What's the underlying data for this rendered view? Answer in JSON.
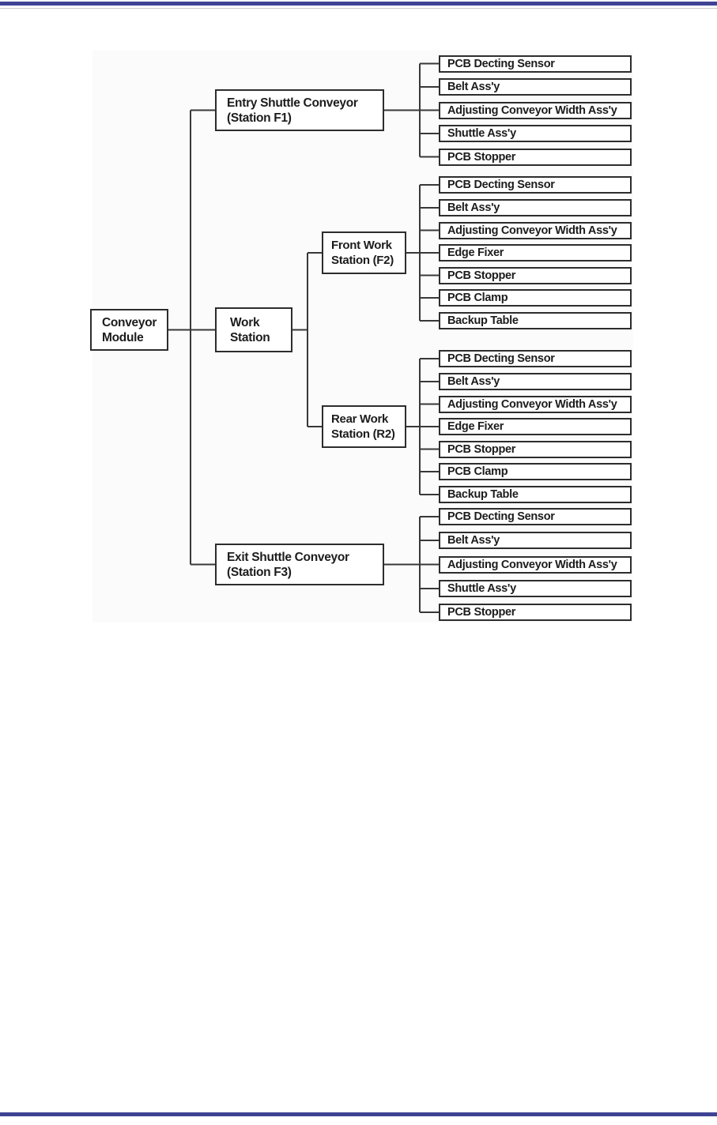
{
  "page": {
    "type": "manual-page-parts-breakdown",
    "colors": {
      "rule_blue": "#3e4394",
      "box_border": "#2d2d2d",
      "text": "#1c1c1c"
    }
  },
  "diagram": {
    "root": {
      "label": "Conveyor\nModule"
    },
    "branches": [
      {
        "label": "Entry Shuttle Conveyor\n(Station F1)",
        "leaves": [
          "PCB Decting Sensor",
          "Belt Ass'y",
          "Adjusting Conveyor Width Ass'y",
          "Shuttle Ass'y",
          "PCB Stopper"
        ]
      },
      {
        "label": "Work\nStation",
        "children": [
          {
            "label": "Front Work\nStation (F2)",
            "leaves": [
              "PCB Decting Sensor",
              "Belt Ass'y",
              "Adjusting Conveyor Width Ass'y",
              "Edge Fixer",
              "PCB Stopper",
              "PCB Clamp",
              "Backup Table"
            ]
          },
          {
            "label": "Rear Work\nStation (R2)",
            "leaves": [
              "PCB Decting Sensor",
              "Belt Ass'y",
              "Adjusting Conveyor Width Ass'y",
              "Edge Fixer",
              "PCB Stopper",
              "PCB Clamp",
              "Backup Table"
            ]
          }
        ]
      },
      {
        "label": "Exit Shuttle Conveyor\n(Station F3)",
        "leaves": [
          "PCB Decting Sensor",
          "Belt Ass'y",
          "Adjusting Conveyor Width Ass'y",
          "Shuttle Ass'y",
          "PCB Stopper"
        ]
      }
    ]
  }
}
